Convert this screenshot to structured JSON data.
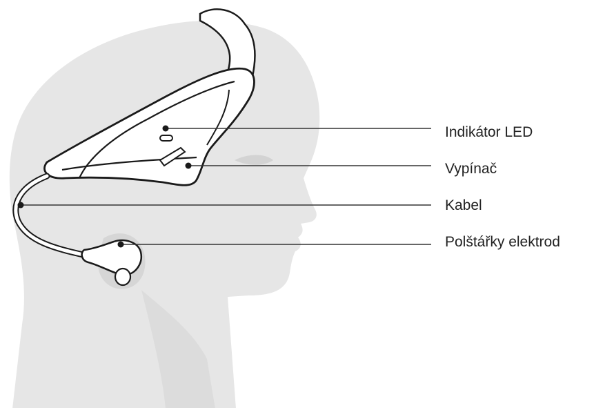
{
  "labels": {
    "led": "Indikátor LED",
    "power_switch": "Vypínač",
    "cable": "Kabel",
    "electrode_pads": "Polštářky elektrod"
  },
  "colors": {
    "silhouette": "#e6e6e6",
    "silhouette_shadow": "#d9d9d9",
    "outline": "#1a1a1a",
    "leader_line": "#333333",
    "text": "#222222"
  }
}
